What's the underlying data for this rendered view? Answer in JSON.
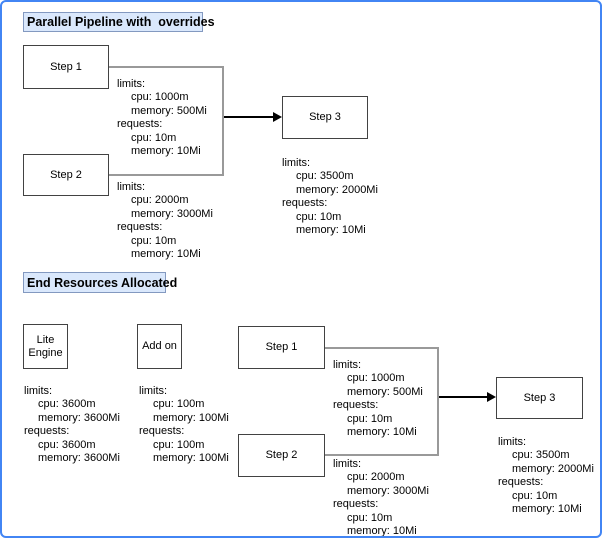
{
  "diagram": {
    "outer_border_color": "#4285f4",
    "background": "#ffffff"
  },
  "palette": {
    "title_fill": "#dae8fc",
    "title_stroke": "#8399c0",
    "node_fill": "#ffffff",
    "node_stroke": "#424242",
    "connector_stroke": "#999999",
    "arrow_color": "#000000",
    "text_color": "#000000"
  },
  "top_section": {
    "title": "Parallel Pipeline with  overrides",
    "nodes": {
      "step1": {
        "label": "Step 1"
      },
      "step2": {
        "label": "Step 2"
      },
      "step3": {
        "label": "Step 3"
      }
    },
    "resources": {
      "step1": [
        "limits:",
        "cpu: 1000m",
        "memory: 500Mi",
        "requests:",
        "cpu: 10m",
        "memory: 10Mi"
      ],
      "step2": [
        "limits:",
        "cpu: 2000m",
        "memory: 3000Mi",
        "requests:",
        "cpu: 10m",
        "memory: 10Mi"
      ],
      "step3": [
        "limits:",
        "cpu: 3500m",
        "memory: 2000Mi",
        "requests:",
        "cpu: 10m",
        "memory: 10Mi"
      ]
    }
  },
  "bottom_section": {
    "title": "End Resources Allocated",
    "nodes": {
      "lite_engine": {
        "label": "Lite Engine"
      },
      "add_on": {
        "label": "Add on"
      },
      "step1": {
        "label": "Step 1"
      },
      "step2": {
        "label": "Step 2"
      },
      "step3": {
        "label": "Step 3"
      }
    },
    "resources": {
      "lite_engine": [
        "limits:",
        "cpu: 3600m",
        "memory: 3600Mi",
        "requests:",
        "cpu: 3600m",
        "memory: 3600Mi"
      ],
      "add_on": [
        "limits:",
        "cpu: 100m",
        "memory: 100Mi",
        "requests:",
        "cpu: 100m",
        "memory: 100Mi"
      ],
      "step1": [
        "limits:",
        "cpu: 1000m",
        "memory: 500Mi",
        "requests:",
        "cpu: 10m",
        "memory: 10Mi"
      ],
      "step2": [
        "limits:",
        "cpu: 2000m",
        "memory: 3000Mi",
        "requests:",
        "cpu: 10m",
        "memory: 10Mi"
      ],
      "step3": [
        "limits:",
        "cpu: 3500m",
        "memory: 2000Mi",
        "requests:",
        "cpu: 10m",
        "memory: 10Mi"
      ]
    }
  }
}
